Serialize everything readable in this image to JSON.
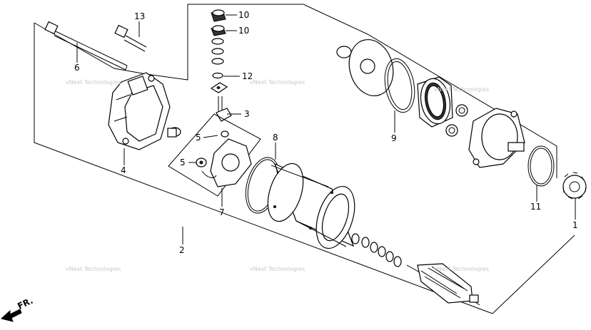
{
  "callouts": {
    "c13": "13",
    "c10a": "10",
    "c10b": "10",
    "c6": "6",
    "c12": "12",
    "c3": "3",
    "c5a": "5",
    "c5b": "5",
    "c8": "8",
    "c4": "4",
    "c7": "7",
    "c9": "9",
    "c11": "11",
    "c1": "1",
    "c2": "2"
  },
  "direction_label": "FR.",
  "watermark": "vNext Technologies"
}
